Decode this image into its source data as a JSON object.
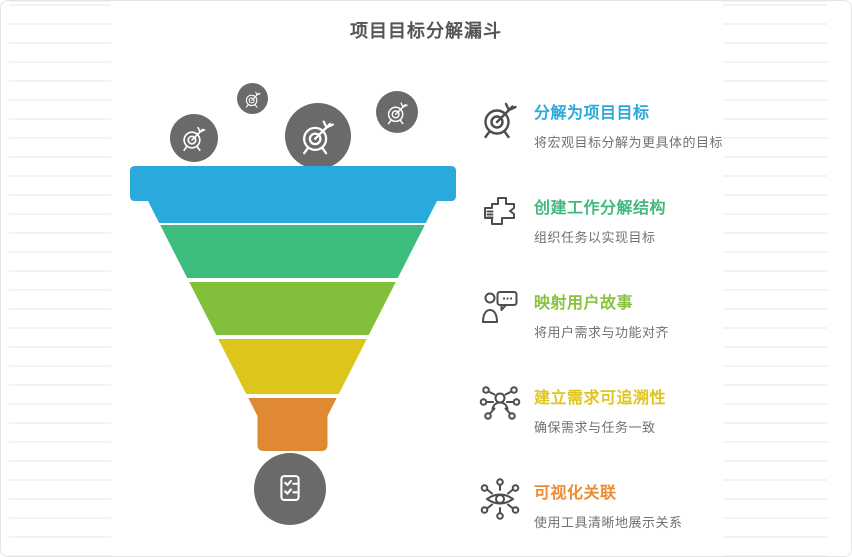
{
  "page": {
    "title": "项目目标分解漏斗"
  },
  "colors": {
    "bubble_gray": "#6A6A6A",
    "icon_stroke": "#4D4D4D"
  },
  "funnel": {
    "layers": [
      {
        "color": "#29A9DC"
      },
      {
        "color": "#3DBD7D"
      },
      {
        "color": "#82C03C"
      },
      {
        "color": "#DDC61B"
      },
      {
        "color": "#DF8933"
      }
    ],
    "bubble_icon": "dart-target-icon",
    "outlet_icon": "checklist-icon"
  },
  "steps": [
    {
      "title": "分解为项目目标",
      "desc": "将宏观目标分解为更具体的目标",
      "color": "#29A9DC",
      "icon": "dart-target-icon"
    },
    {
      "title": "创建工作分解结构",
      "desc": "组织任务以实现目标",
      "color": "#41B97E",
      "icon": "wbs-blocks-icon"
    },
    {
      "title": "映射用户故事",
      "desc": "将用户需求与功能对齐",
      "color": "#89C23F",
      "icon": "user-story-icon"
    },
    {
      "title": "建立需求可追溯性",
      "desc": "确保需求与任务一致",
      "color": "#E0C51D",
      "icon": "traceability-network-icon"
    },
    {
      "title": "可视化关联",
      "desc": "使用工具清晰地展示关系",
      "color": "#EE8A2F",
      "icon": "visualize-network-icon"
    }
  ]
}
